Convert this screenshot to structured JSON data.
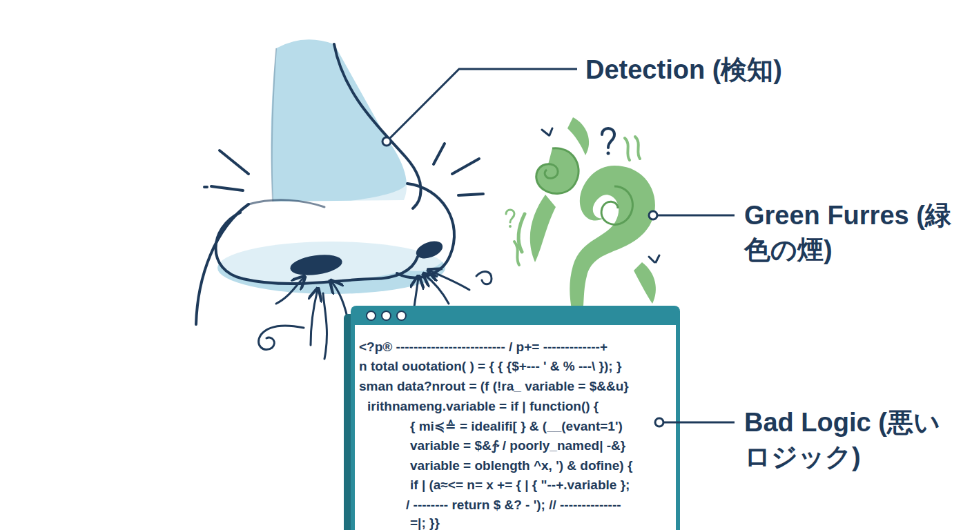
{
  "diagram": {
    "nodes": [
      {
        "text": [
          "<?p® ------------------------- / p+= -------------+",
          "n total ouotation( ) = { { {$+--- ' & % ---\\ }); }",
          "sman data?nrout = (f (!ra_ variable = $&&u}",
          "irithnameng.variable = if | function() {",
          "{ mi≼≙ = idealifi[ } & (__(evant=1')",
          "variable = $&∱ / poorly_named| -&}",
          "variable = oblength ^x, ') & dofine) {",
          "if | (a≈<= n= x += { | { \"--+.variable };",
          "/ -------- return $ &? - '); // --------------",
          "=|; }}"
        ]
      }
    ],
    "labels": [
      "Detection (検知)",
      "Green Furres (緑色の煙)",
      "Bad Logic (悪いロジック)"
    ]
  }
}
